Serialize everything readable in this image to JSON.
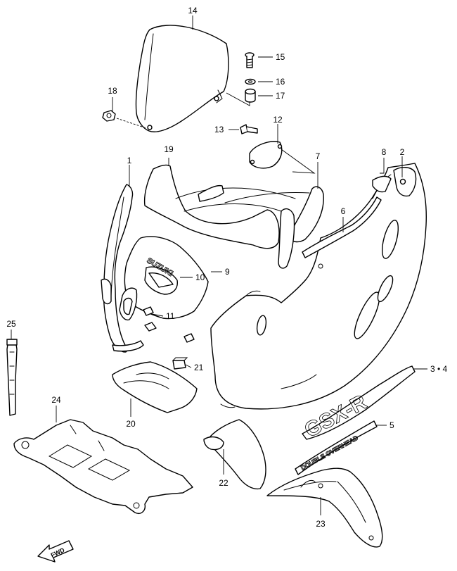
{
  "callouts": {
    "c1": "1",
    "c2": "2",
    "c34": "3 • 4",
    "c5": "5",
    "c6": "6",
    "c7": "7",
    "c8": "8",
    "c9": "9",
    "c10": "10",
    "c11": "11",
    "c12": "12",
    "c13": "13",
    "c14": "14",
    "c15": "15",
    "c16": "16",
    "c17": "17",
    "c18": "18",
    "c19": "19",
    "c20": "20",
    "c21": "21",
    "c22": "22",
    "c23": "23",
    "c24": "24",
    "c25": "25"
  },
  "direction_arrow": {
    "label": "FWD"
  },
  "colors": {
    "line": "#000000",
    "background": "#ffffff"
  }
}
